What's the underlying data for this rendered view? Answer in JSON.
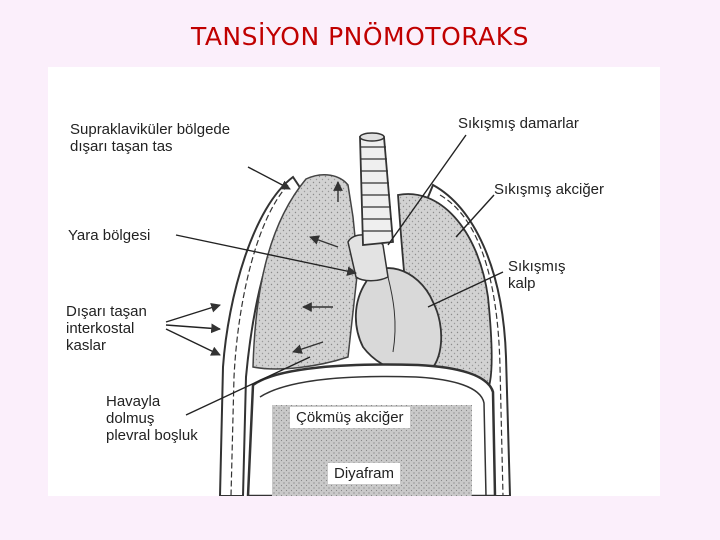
{
  "title": "TANSİYON PNÖMOTORAKS",
  "labels": {
    "supraclavicular_line1": "Supraklaviküler bölgede",
    "supraclavicular_line2": "dışarı taşan tas",
    "compressed_vessels": "Sıkışmış damarlar",
    "compressed_lung": "Sıkışmış akciğer",
    "wound_area": "Yara bölgesi",
    "compressed_heart_line1": "Sıkışmış",
    "compressed_heart_line2": "kalp",
    "intercostal_line1": "Dışarı taşan",
    "intercostal_line2": "interkostal",
    "intercostal_line3": "kaslar",
    "pleural_line1": "Havayla",
    "pleural_line2": "dolmuş",
    "pleural_line3": "plevral boşluk",
    "collapsed_lung": "Çökmüş akciğer",
    "diaphragm": "Diyafram"
  }
}
